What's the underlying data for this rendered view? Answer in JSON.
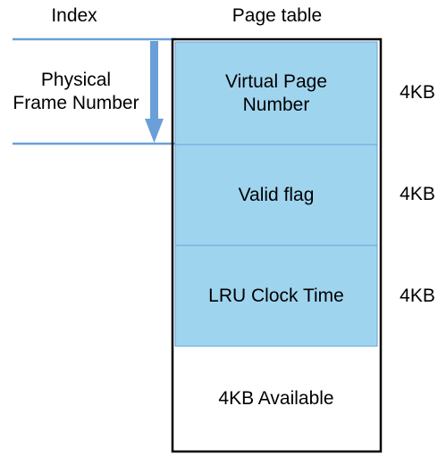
{
  "headers": {
    "index": "Index",
    "page_table": "Page table"
  },
  "index_label": {
    "line1": "Physical",
    "line2": "Frame Number"
  },
  "rows": [
    {
      "line1": "Virtual Page",
      "line2": "Number",
      "size": "4KB",
      "fill": "#9fd4ee"
    },
    {
      "line1": "Valid flag",
      "line2": "",
      "size": "4KB",
      "fill": "#9fd4ee"
    },
    {
      "line1": "LRU Clock Time",
      "line2": "",
      "size": "4KB",
      "fill": "#9fd4ee"
    },
    {
      "line1": "4KB Available",
      "line2": "",
      "size": "",
      "fill": "#ffffff"
    }
  ],
  "colors": {
    "line_blue": "#6a9fd8",
    "cell_border": "#6a9fd8",
    "outer_border": "#000000"
  }
}
